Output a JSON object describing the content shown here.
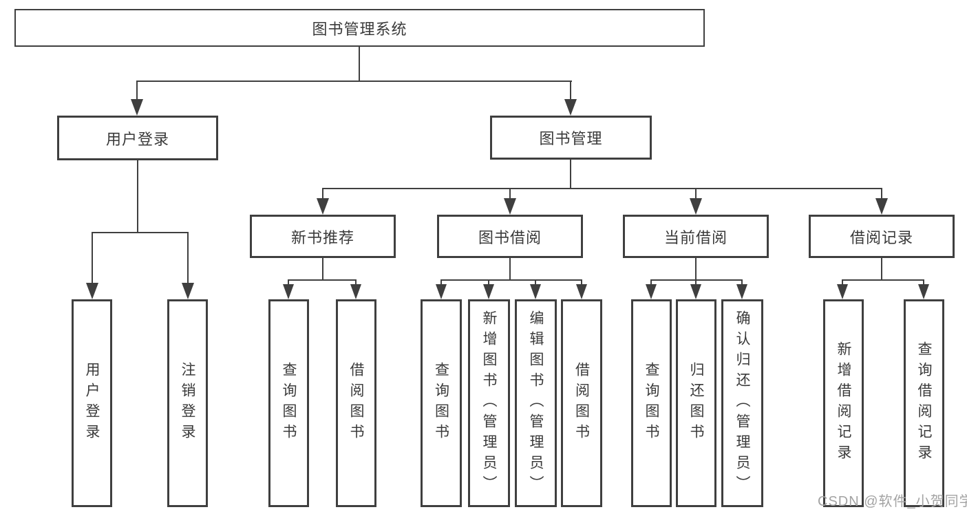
{
  "colors": {
    "line": "#3f3f3f",
    "text": "#3a3a3a",
    "watermark": "#a3a3a3",
    "background": "#ffffff"
  },
  "tree": {
    "title": "图书管理系统",
    "branches": [
      {
        "label": "用户登录",
        "children": [
          "用户登录",
          "注销登录"
        ]
      },
      {
        "label": "图书管理",
        "groups": [
          {
            "label": "新书推荐",
            "children": [
              "查询图书",
              "借阅图书"
            ]
          },
          {
            "label": "图书借阅",
            "children": [
              "查询图书",
              "新增图书（管理员）",
              "编辑图书（管理员）",
              "借阅图书"
            ]
          },
          {
            "label": "当前借阅",
            "children": [
              "查询图书",
              "归还图书",
              "确认归还（管理员）"
            ]
          },
          {
            "label": "借阅记录",
            "children": [
              "新增借阅记录",
              "查询借阅记录"
            ]
          }
        ]
      }
    ]
  },
  "watermark": {
    "text": "CSDN @软件_小贺同学"
  }
}
